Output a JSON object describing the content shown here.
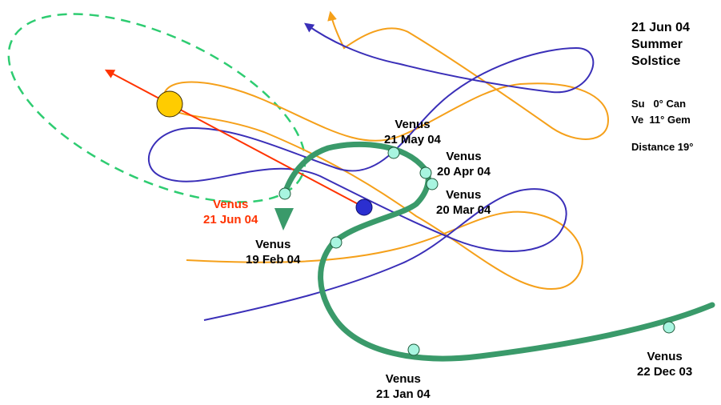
{
  "colors": {
    "orange_orbit": "#f5a01a",
    "blue_orbit": "#3a2fb8",
    "venus_path": "#3a9a6a",
    "venus_marker": "#a8f5e0",
    "sun_line": "#ff3300",
    "sun": "#ffcc00",
    "earth": "#2b2fd0",
    "dashed_ellipse": "#2ecc71",
    "current_label": "#ff3300"
  },
  "info": {
    "title_line1": "21 Jun 04",
    "title_line2": "Summer",
    "title_line3": "Solstice",
    "sun_position": "Su   0° Can",
    "venus_position": "Ve  11° Gem",
    "distance": "Distance 19°"
  },
  "venus_labels": [
    {
      "name": "Venus",
      "date": "22 Dec 03"
    },
    {
      "name": "Venus",
      "date": "21 Jan 04"
    },
    {
      "name": "Venus",
      "date": "19 Feb 04"
    },
    {
      "name": "Venus",
      "date": "20 Mar 04"
    },
    {
      "name": "Venus",
      "date": "20 Apr 04"
    },
    {
      "name": "Venus",
      "date": "21 May 04"
    },
    {
      "name": "Venus",
      "date": "21 Jun 04"
    }
  ],
  "icons": {
    "sun": "sun-icon",
    "earth": "earth-icon",
    "venus_position": "venus-position-marker"
  }
}
